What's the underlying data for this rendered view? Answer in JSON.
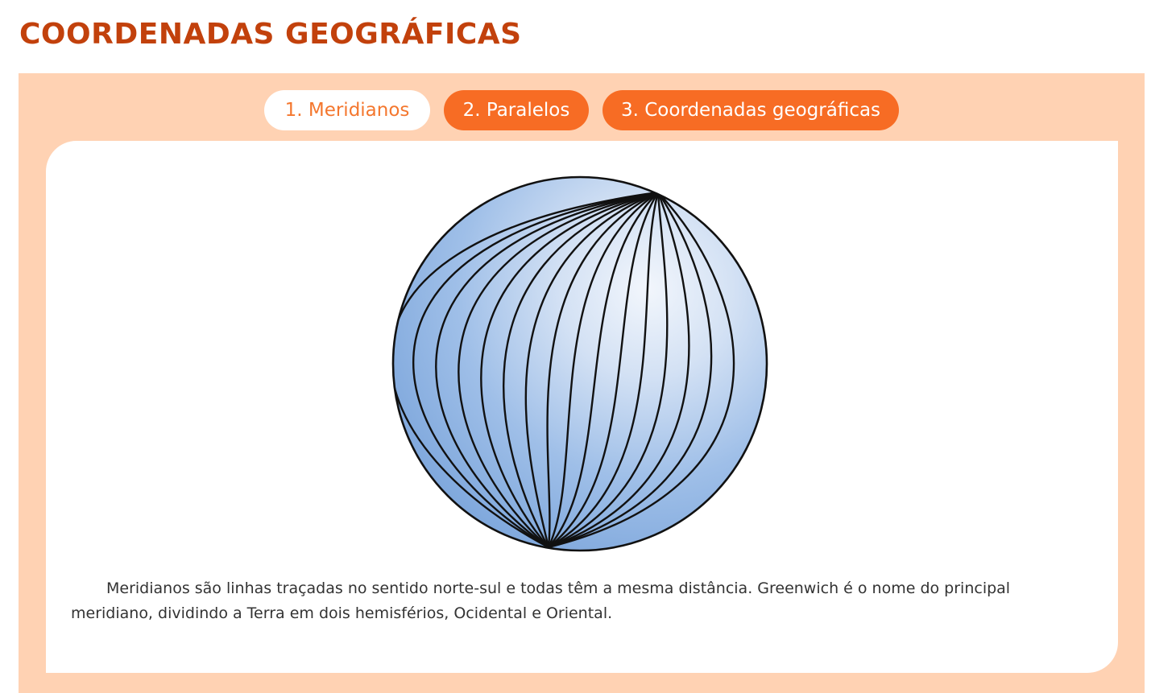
{
  "header": {
    "title": "COORDENADAS GEOGRÁFICAS"
  },
  "tabs": [
    {
      "label": "1. Meridianos",
      "active": true
    },
    {
      "label": "2. Paralelos",
      "active": false
    },
    {
      "label": "3. Coordenadas geográficas",
      "active": false
    }
  ],
  "content": {
    "description": "Meridianos são linhas traçadas no sentido norte-sul e todas têm a mesma distância. Greenwich é o nome do principal meridiano, dividindo a Terra em dois hemisférios, Ocidental e Oriental."
  },
  "colors": {
    "title": "#c2410c",
    "panel_background": "#ffd2b3",
    "tab_active_background": "#ffffff",
    "tab_active_text": "#f4772e",
    "tab_inactive_background": "#f76c24",
    "tab_inactive_text": "#ffffff",
    "globe_fill": "#8fb4e3",
    "globe_highlight": "#eef3fb",
    "meridian_stroke": "#111111"
  },
  "icons": {
    "globe": "globe-meridians-illustration"
  }
}
